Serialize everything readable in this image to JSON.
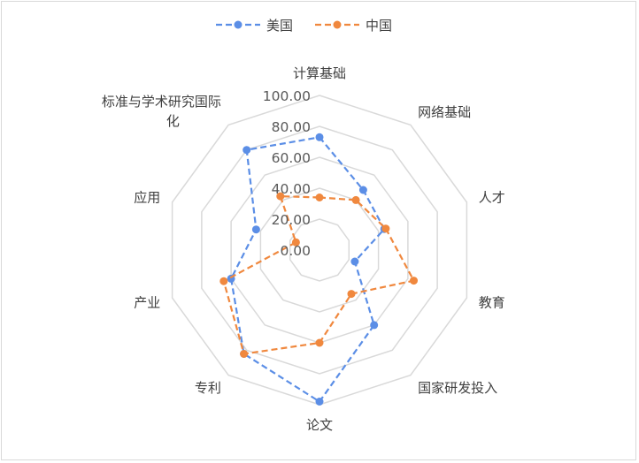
{
  "chart_data": {
    "type": "radar",
    "categories": [
      "计算基础",
      "网络基础",
      "人才",
      "教育",
      "国家研发投入",
      "论文",
      "专利",
      "产业",
      "应用",
      "标准与学术研究国际化"
    ],
    "series": [
      {
        "name": "美国",
        "color": "#5b8ee6",
        "values": [
          73,
          48,
          44,
          24,
          60,
          98,
          83,
          60,
          43,
          80
        ]
      },
      {
        "name": "中国",
        "color": "#f0883e",
        "values": [
          34,
          40,
          45,
          64,
          35,
          60,
          83,
          65,
          16,
          43
        ]
      }
    ],
    "rlim": [
      0,
      100
    ],
    "ticks": [
      "0.00",
      "20.00",
      "40.00",
      "60.00",
      "80.00",
      "100.00"
    ],
    "line_style": "dashed",
    "grid": true,
    "legend": "top-center"
  }
}
